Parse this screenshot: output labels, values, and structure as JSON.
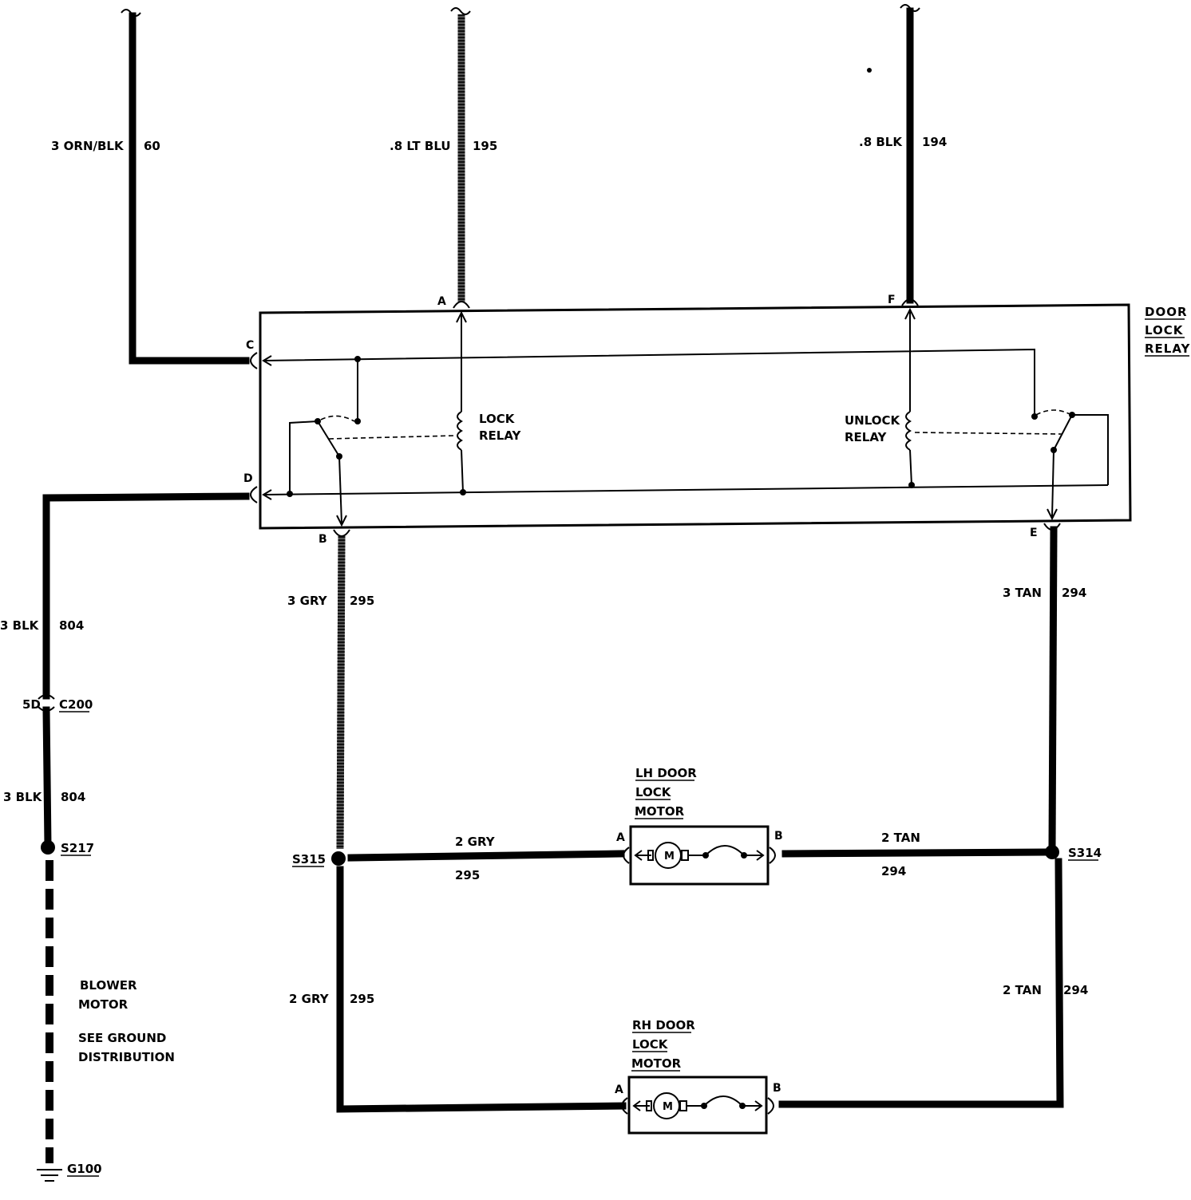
{
  "relay": {
    "title_lines": [
      "DOOR",
      "LOCK",
      "RELAY"
    ],
    "lock_relay_lines": [
      "LOCK",
      "RELAY"
    ],
    "unlock_relay_lines": [
      "UNLOCK",
      "RELAY"
    ],
    "pins": {
      "A": "A",
      "B": "B",
      "C": "C",
      "D": "D",
      "E": "E",
      "F": "F"
    }
  },
  "wires": {
    "w60": {
      "gauge_color": "3 ORN/BLK",
      "circuit": "60"
    },
    "w195": {
      "gauge_color": ".8 LT BLU",
      "circuit": "195"
    },
    "w194": {
      "gauge_color": ".8 BLK",
      "circuit": "194"
    },
    "w804_upper": {
      "gauge_color": "3 BLK",
      "circuit": "804"
    },
    "w804_lower": {
      "gauge_color": "3 BLK",
      "circuit": "804"
    },
    "w295_upper": {
      "gauge_color": "3 GRY",
      "circuit": "295"
    },
    "w295_mid": {
      "gauge_color": "2 GRY",
      "circuit": "295"
    },
    "w295_lower": {
      "gauge_color": "2 GRY",
      "circuit": "295"
    },
    "w294_upper": {
      "gauge_color": "3 TAN",
      "circuit": "294"
    },
    "w294_mid": {
      "gauge_color": "2 TAN",
      "circuit": "294"
    },
    "w294_lower": {
      "gauge_color": "2 TAN",
      "circuit": "294"
    }
  },
  "connector_c200": {
    "name": "C200",
    "pin": "5D"
  },
  "splices": {
    "s217": "S217",
    "s315": "S315",
    "s314": "S314"
  },
  "ground": {
    "name": "G100",
    "note_lines": [
      "BLOWER",
      "MOTOR",
      "SEE GROUND",
      "DISTRIBUTION"
    ]
  },
  "lh_motor": {
    "title_lines": [
      "LH DOOR",
      "LOCK",
      "MOTOR"
    ],
    "pin_a": "A",
    "pin_b": "B",
    "symbol": "M"
  },
  "rh_motor": {
    "title_lines": [
      "RH DOOR",
      "LOCK",
      "MOTOR"
    ],
    "pin_a": "A",
    "pin_b": "B",
    "symbol": "M"
  },
  "icons": [
    "wire-break-icon",
    "connector-icon",
    "splice-dot-icon",
    "ground-icon",
    "coil-icon",
    "motor-icon",
    "switch-contact-icon"
  ]
}
